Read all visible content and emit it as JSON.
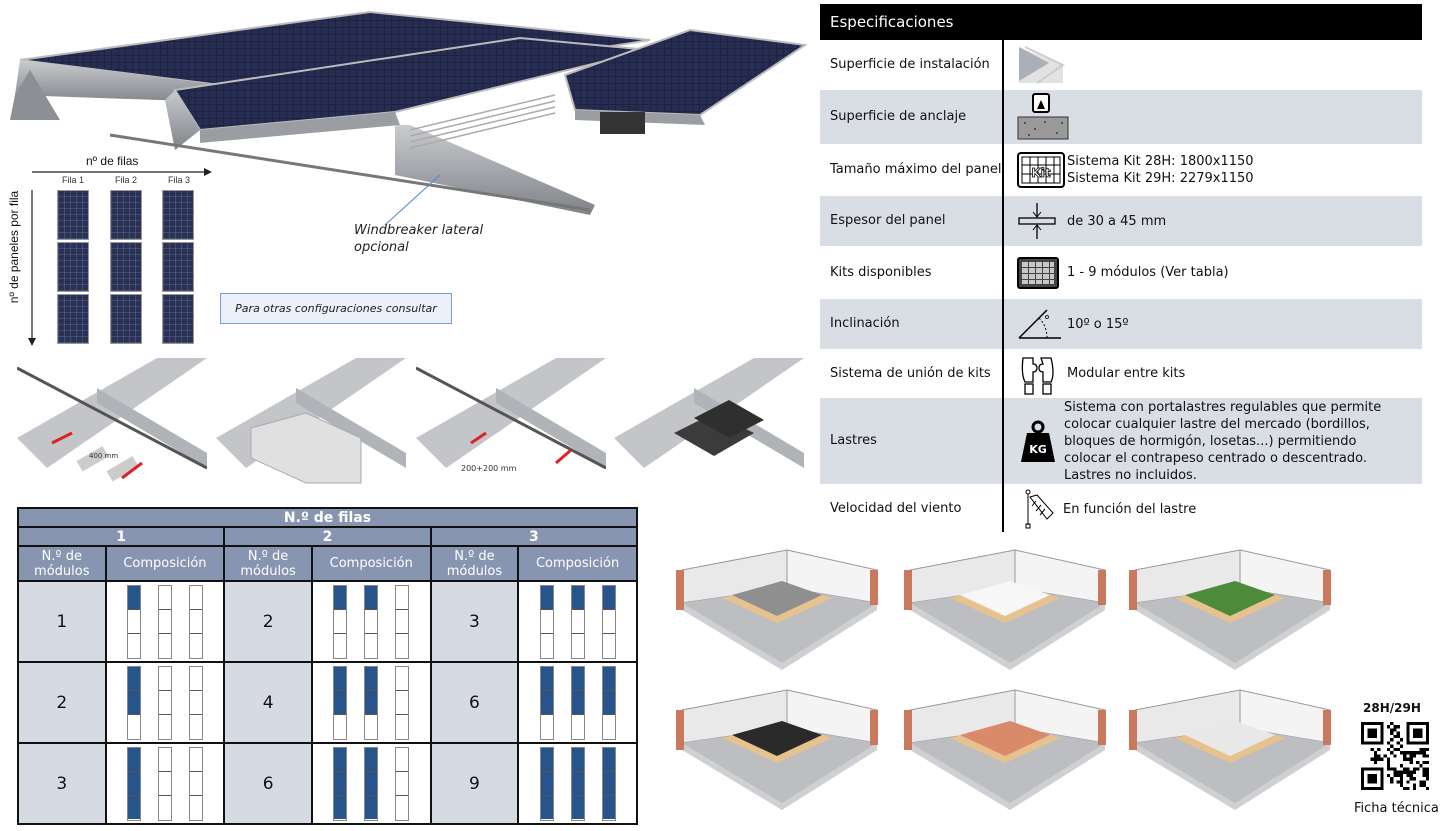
{
  "hero": {
    "windbreaker_label_line1": "Windbreaker lateral",
    "windbreaker_label_line2": "opcional"
  },
  "rows_diagram": {
    "title": "nº de filas",
    "vertical_label": "nº de paneles por fila",
    "columns": [
      "Fila 1",
      "Fila 2",
      "Fila 3"
    ]
  },
  "consult_note": "Para otras configuraciones consultar",
  "detail_photos": {
    "photo1_dimension": "400 mm",
    "photo3_dimension": "200+200 mm"
  },
  "specs": {
    "title": "Especificaciones",
    "rows": [
      {
        "label": "Superficie de instalación",
        "icon": "flat-roof-icon",
        "value": ""
      },
      {
        "label": "Superficie de anclaje",
        "icon": "ballast-concrete-icon",
        "value": ""
      },
      {
        "label": "Tamaño máximo del panel",
        "icon": "kit-panel-icon",
        "value": "Sistema Kit 28H: 1800x1150",
        "value2": "Sistema Kit 29H: 2279x1150"
      },
      {
        "label": "Espesor del panel",
        "icon": "thickness-icon",
        "value": "de 30 a 45 mm"
      },
      {
        "label": "Kits disponibles",
        "icon": "module-grid-icon",
        "value": "1 - 9 módulos (Ver tabla)"
      },
      {
        "label": "Inclinación",
        "icon": "angle-icon",
        "value": "10º o 15º"
      },
      {
        "label": "Sistema de unión de kits",
        "icon": "puzzle-hands-icon",
        "value": "Modular entre kits"
      },
      {
        "label": "Lastres",
        "icon": "kg-weight-icon",
        "value": "Sistema con portalastres regulables que permite colocar cualquier lastre del mercado (bordillos, bloques de hormigón, losetas...) permitiendo colocar el contrapeso centrado o descentrado. Lastres no incluidos."
      },
      {
        "label": "Velocidad del viento",
        "icon": "windsock-icon",
        "value": "En función del lastre"
      }
    ],
    "weight_icon_text": "KG",
    "kit_icon_text": "Kit"
  },
  "kit_table": {
    "title": "N.º de filas",
    "groups": [
      "1",
      "2",
      "3"
    ],
    "col_modules": "N.º de módulos",
    "col_composition": "Composición",
    "rows": [
      {
        "cells": [
          {
            "modules": "1",
            "filled": [
              1,
              0,
              0
            ]
          },
          {
            "modules": "2",
            "filled": [
              1,
              1,
              0
            ]
          },
          {
            "modules": "3",
            "filled": [
              1,
              1,
              1
            ]
          }
        ]
      },
      {
        "cells": [
          {
            "modules": "2",
            "filled": [
              2,
              0,
              0
            ]
          },
          {
            "modules": "4",
            "filled": [
              2,
              2,
              0
            ]
          },
          {
            "modules": "6",
            "filled": [
              2,
              2,
              2
            ]
          }
        ]
      },
      {
        "cells": [
          {
            "modules": "3",
            "filled": [
              3,
              0,
              0
            ]
          },
          {
            "modules": "6",
            "filled": [
              3,
              3,
              0
            ]
          },
          {
            "modules": "9",
            "filled": [
              3,
              3,
              3
            ]
          }
        ]
      }
    ],
    "panel_color": "#27558b",
    "header_color": "#8795b0"
  },
  "roof_types": [
    "gravel",
    "tiles",
    "green-roof",
    "metal-deck",
    "gravel-pavers",
    "raised-tiles"
  ],
  "qr": {
    "title": "28H/29H",
    "caption": "Ficha técnica"
  }
}
